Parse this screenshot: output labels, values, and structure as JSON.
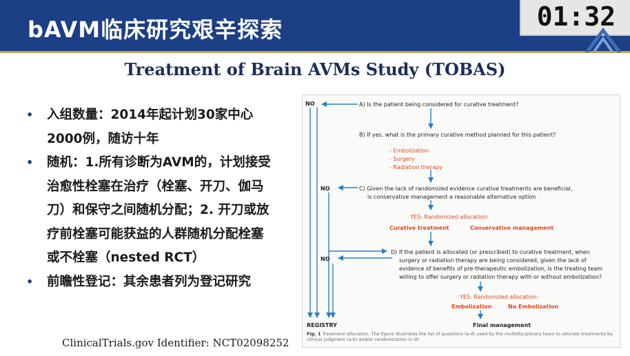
{
  "header": {
    "title": "bAVM临床研究艰辛探索",
    "timer": "01:32"
  },
  "slide": {
    "title": "Treatment of Brain AVMs Study (TOBAS)",
    "bullets": [
      {
        "lines": [
          "入组数量：2014年起计划30家中心",
          "2000例，随访十年"
        ]
      },
      {
        "lines": [
          "随机：1.所有诊断为AVM的，计划接受",
          "治愈性栓塞在治疗（栓塞、开刀、伽马",
          "刀）和保守之间随机分配；2. 开刀或放",
          "疗前栓塞可能获益的人群随机分配栓塞",
          "或不栓塞（nested RCT）"
        ]
      },
      {
        "lines": [
          "前瞻性登记：其余患者列为登记研究"
        ]
      }
    ],
    "footnote": "ClinicalTrials.gov Identifier: NCT02098252"
  },
  "figure": {
    "no_top": "NO",
    "no_c": "NO",
    "no_d": "NO",
    "registry": "REGISTRY",
    "q_a": "A) Is the patient being considered for curative treatment?",
    "q_b": "B) If yes, what is the primary curative method planned for this patient?",
    "options": [
      "- Embolization",
      "- Surgery",
      "- Radiation therapy"
    ],
    "q_c_lines": [
      "C) Given the lack of randomized evidence curative treatments are beneficial,",
      "is conservative management a reasonable alternative option"
    ],
    "yes_c": "YES: Randomized allocation:",
    "curative": "Curative treatment",
    "conservative": "Conservative management",
    "q_d_lines": [
      "D) If the patient is allocated (or prescribed) to curative treatment, when",
      "surgery or radiation therapy are being considered, given the lack of",
      "evidence of benefits of pre-therapeutic embolization, is the treating team",
      "willing to offer surgery or radiation therapy with or without embolization?"
    ],
    "yes_d": "YES: Randomized allocation:",
    "embolization": "Embolization",
    "no_embolization": "No Embolization",
    "final": "Final management",
    "caption_label": "Fig. 1",
    "caption_text": "Treatment allocation. The figure illustrates the list of questions (a-d) used by the multidisciplinary team to allocate treatments by clinical judgment (a-b) and/or randomization (c-d)"
  },
  "colors": {
    "header_bg": "#1c3f86",
    "arrow": "#2a7fc4",
    "orange": "#e0461e"
  }
}
